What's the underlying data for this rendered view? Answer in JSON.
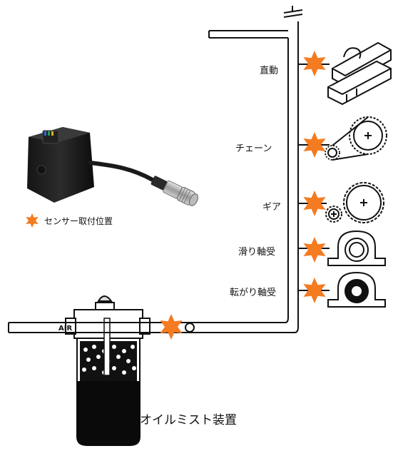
{
  "colors": {
    "marker": "#F47B20",
    "line": "#111111",
    "background": "#FFFFFF"
  },
  "legend": {
    "icon": "star-marker-icon",
    "label": "センサー取付位置"
  },
  "pipe": {
    "air_label": "AIR"
  },
  "device": {
    "label": "オイルミスト装置"
  },
  "applications": [
    {
      "label": "直動",
      "icon": "linear-guide-icon"
    },
    {
      "label": "チェーン",
      "icon": "chain-drive-icon"
    },
    {
      "label": "ギア",
      "icon": "gear-drive-icon"
    },
    {
      "label": "滑り軸受",
      "icon": "plain-bearing-icon"
    },
    {
      "label": "転がり軸受",
      "icon": "rolling-bearing-icon"
    }
  ]
}
